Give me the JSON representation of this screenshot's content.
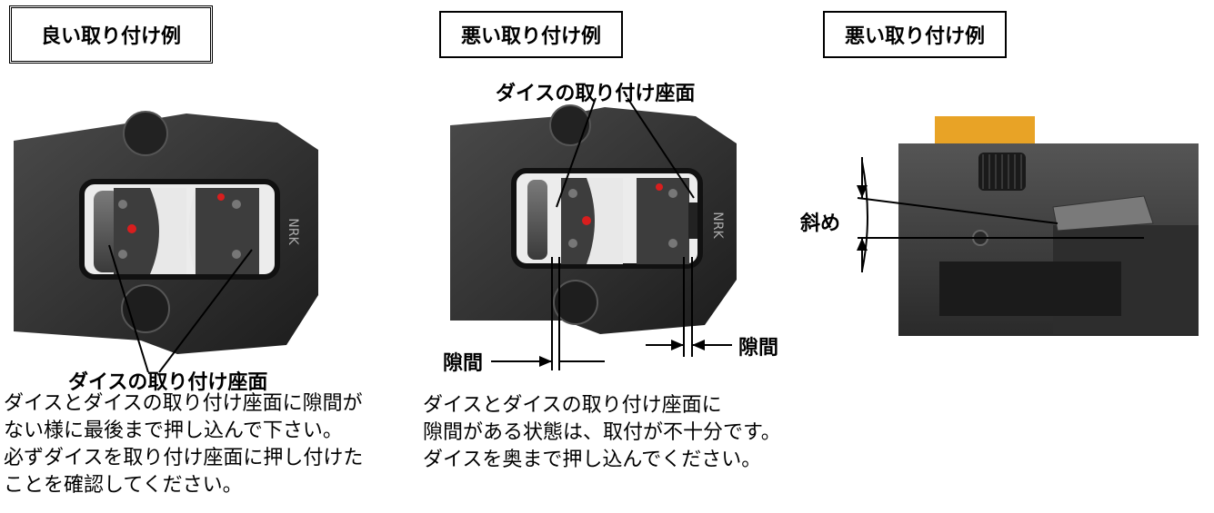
{
  "panel_good": {
    "heading": "良い取り付け例",
    "caption": "ダイスの取り付け座面",
    "description": [
      "ダイスとダイスの取り付け座面に隙間が",
      "ない様に最後まで押し込んで下さい。",
      "必ずダイスを取り付け座面に押し付けた",
      "ことを確認してください。"
    ],
    "engraving": "NRK"
  },
  "panel_bad_gap": {
    "heading": "悪い取り付け例",
    "caption": "ダイスの取り付け座面",
    "gap_left": "隙間",
    "gap_right": "隙間",
    "description": [
      "ダイスとダイスの取り付け座面に",
      "隙間がある状態は、取付が不十分です。",
      "ダイスを奥まで押し込んでください。"
    ],
    "engraving": "NRK"
  },
  "panel_bad_tilt": {
    "heading": "悪い取り付け例",
    "tilt_label": "斜め"
  },
  "colors": {
    "tool_dark": "#2b2b2b",
    "die_gray": "#5a5a5a",
    "marker_red": "#d81e1e",
    "handle_orange": "#e8a326"
  }
}
